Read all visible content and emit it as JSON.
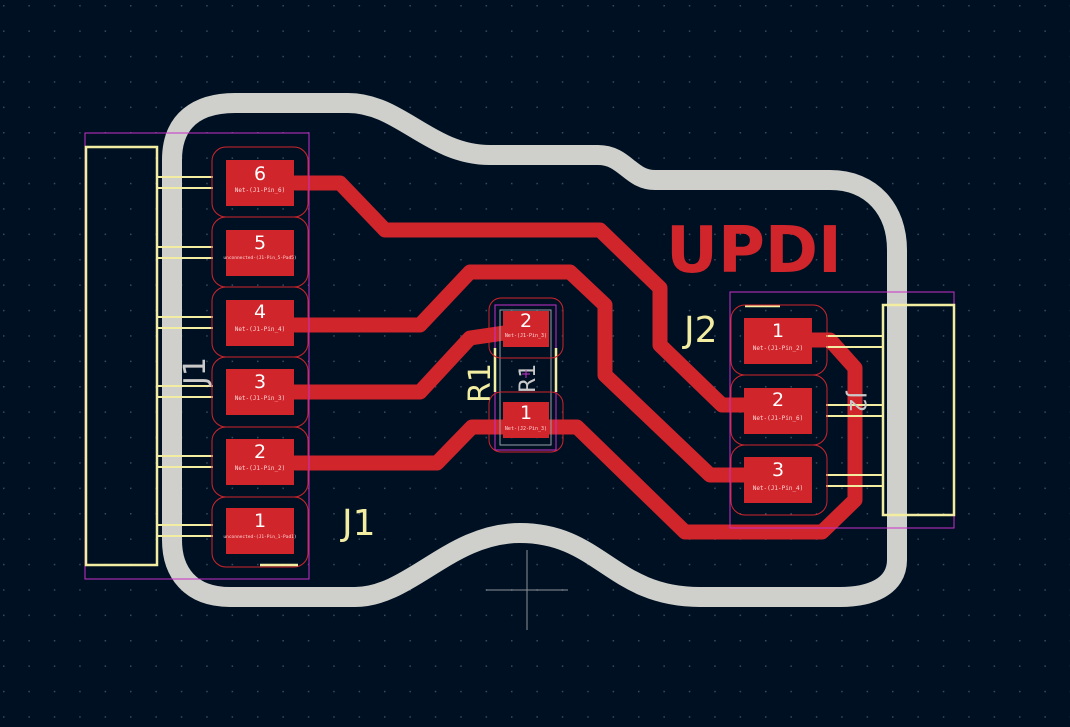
{
  "colors": {
    "background": "#001023",
    "grid_dot": "#3a4a5c",
    "board_edge": "#cfd0cb",
    "copper": "#d0252b",
    "silkscreen": "#f2eda1",
    "courtyard": "#c830c8",
    "fab": "#c9c9c9"
  },
  "board": {
    "logo_text": "UPDI"
  },
  "j1": {
    "ref": "J1",
    "fab_ref": "J1",
    "pads": [
      {
        "num": "6",
        "net": "Net-(J1-Pin_6)"
      },
      {
        "num": "5",
        "net": "unconnected-(J1-Pin_5-Pad5)"
      },
      {
        "num": "4",
        "net": "Net-(J1-Pin_4)"
      },
      {
        "num": "3",
        "net": "Net-(J1-Pin_3)"
      },
      {
        "num": "2",
        "net": "Net-(J1-Pin_2)"
      },
      {
        "num": "1",
        "net": "unconnected-(J1-Pin_1-Pad1)"
      }
    ]
  },
  "r1": {
    "ref": "R1",
    "fab_ref": "R1",
    "pads": [
      {
        "num": "2",
        "net": "Net-(J1-Pin_3)"
      },
      {
        "num": "1",
        "net": "Net-(J2-Pin_3)"
      }
    ]
  },
  "j2": {
    "ref": "J2",
    "fab_ref": "J2",
    "pads": [
      {
        "num": "1",
        "net": "Net-(J1-Pin_2)"
      },
      {
        "num": "2",
        "net": "Net-(J1-Pin_6)"
      },
      {
        "num": "3",
        "net": "Net-(J1-Pin_4)"
      }
    ]
  }
}
